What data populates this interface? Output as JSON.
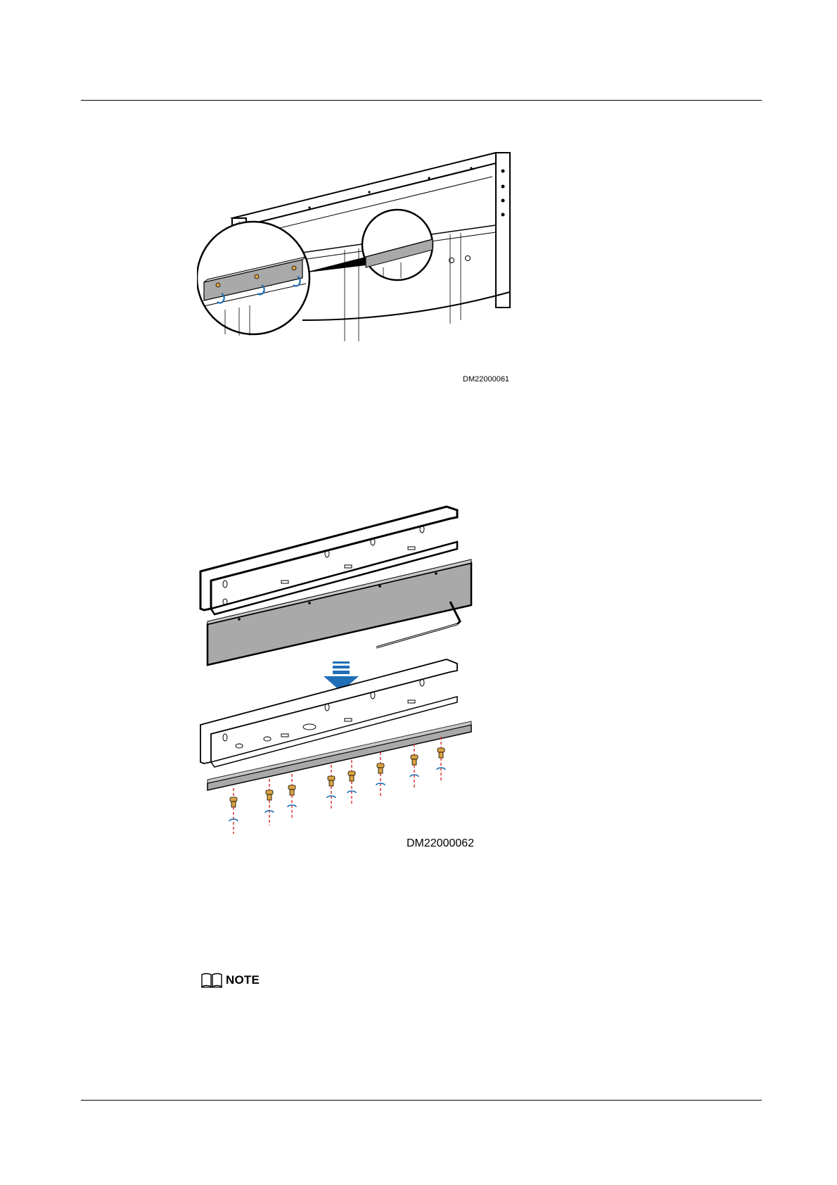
{
  "figure1": {
    "code": "DM22000061"
  },
  "figure2": {
    "code": "DM22000062"
  },
  "note": {
    "label": "NOTE",
    "icon": "book-icon"
  },
  "colors": {
    "rail_fill": "#a9a9a9",
    "arrow_blue": "#1f6fb6",
    "screw_gold": "#d9a441",
    "guide_red": "#d33"
  }
}
